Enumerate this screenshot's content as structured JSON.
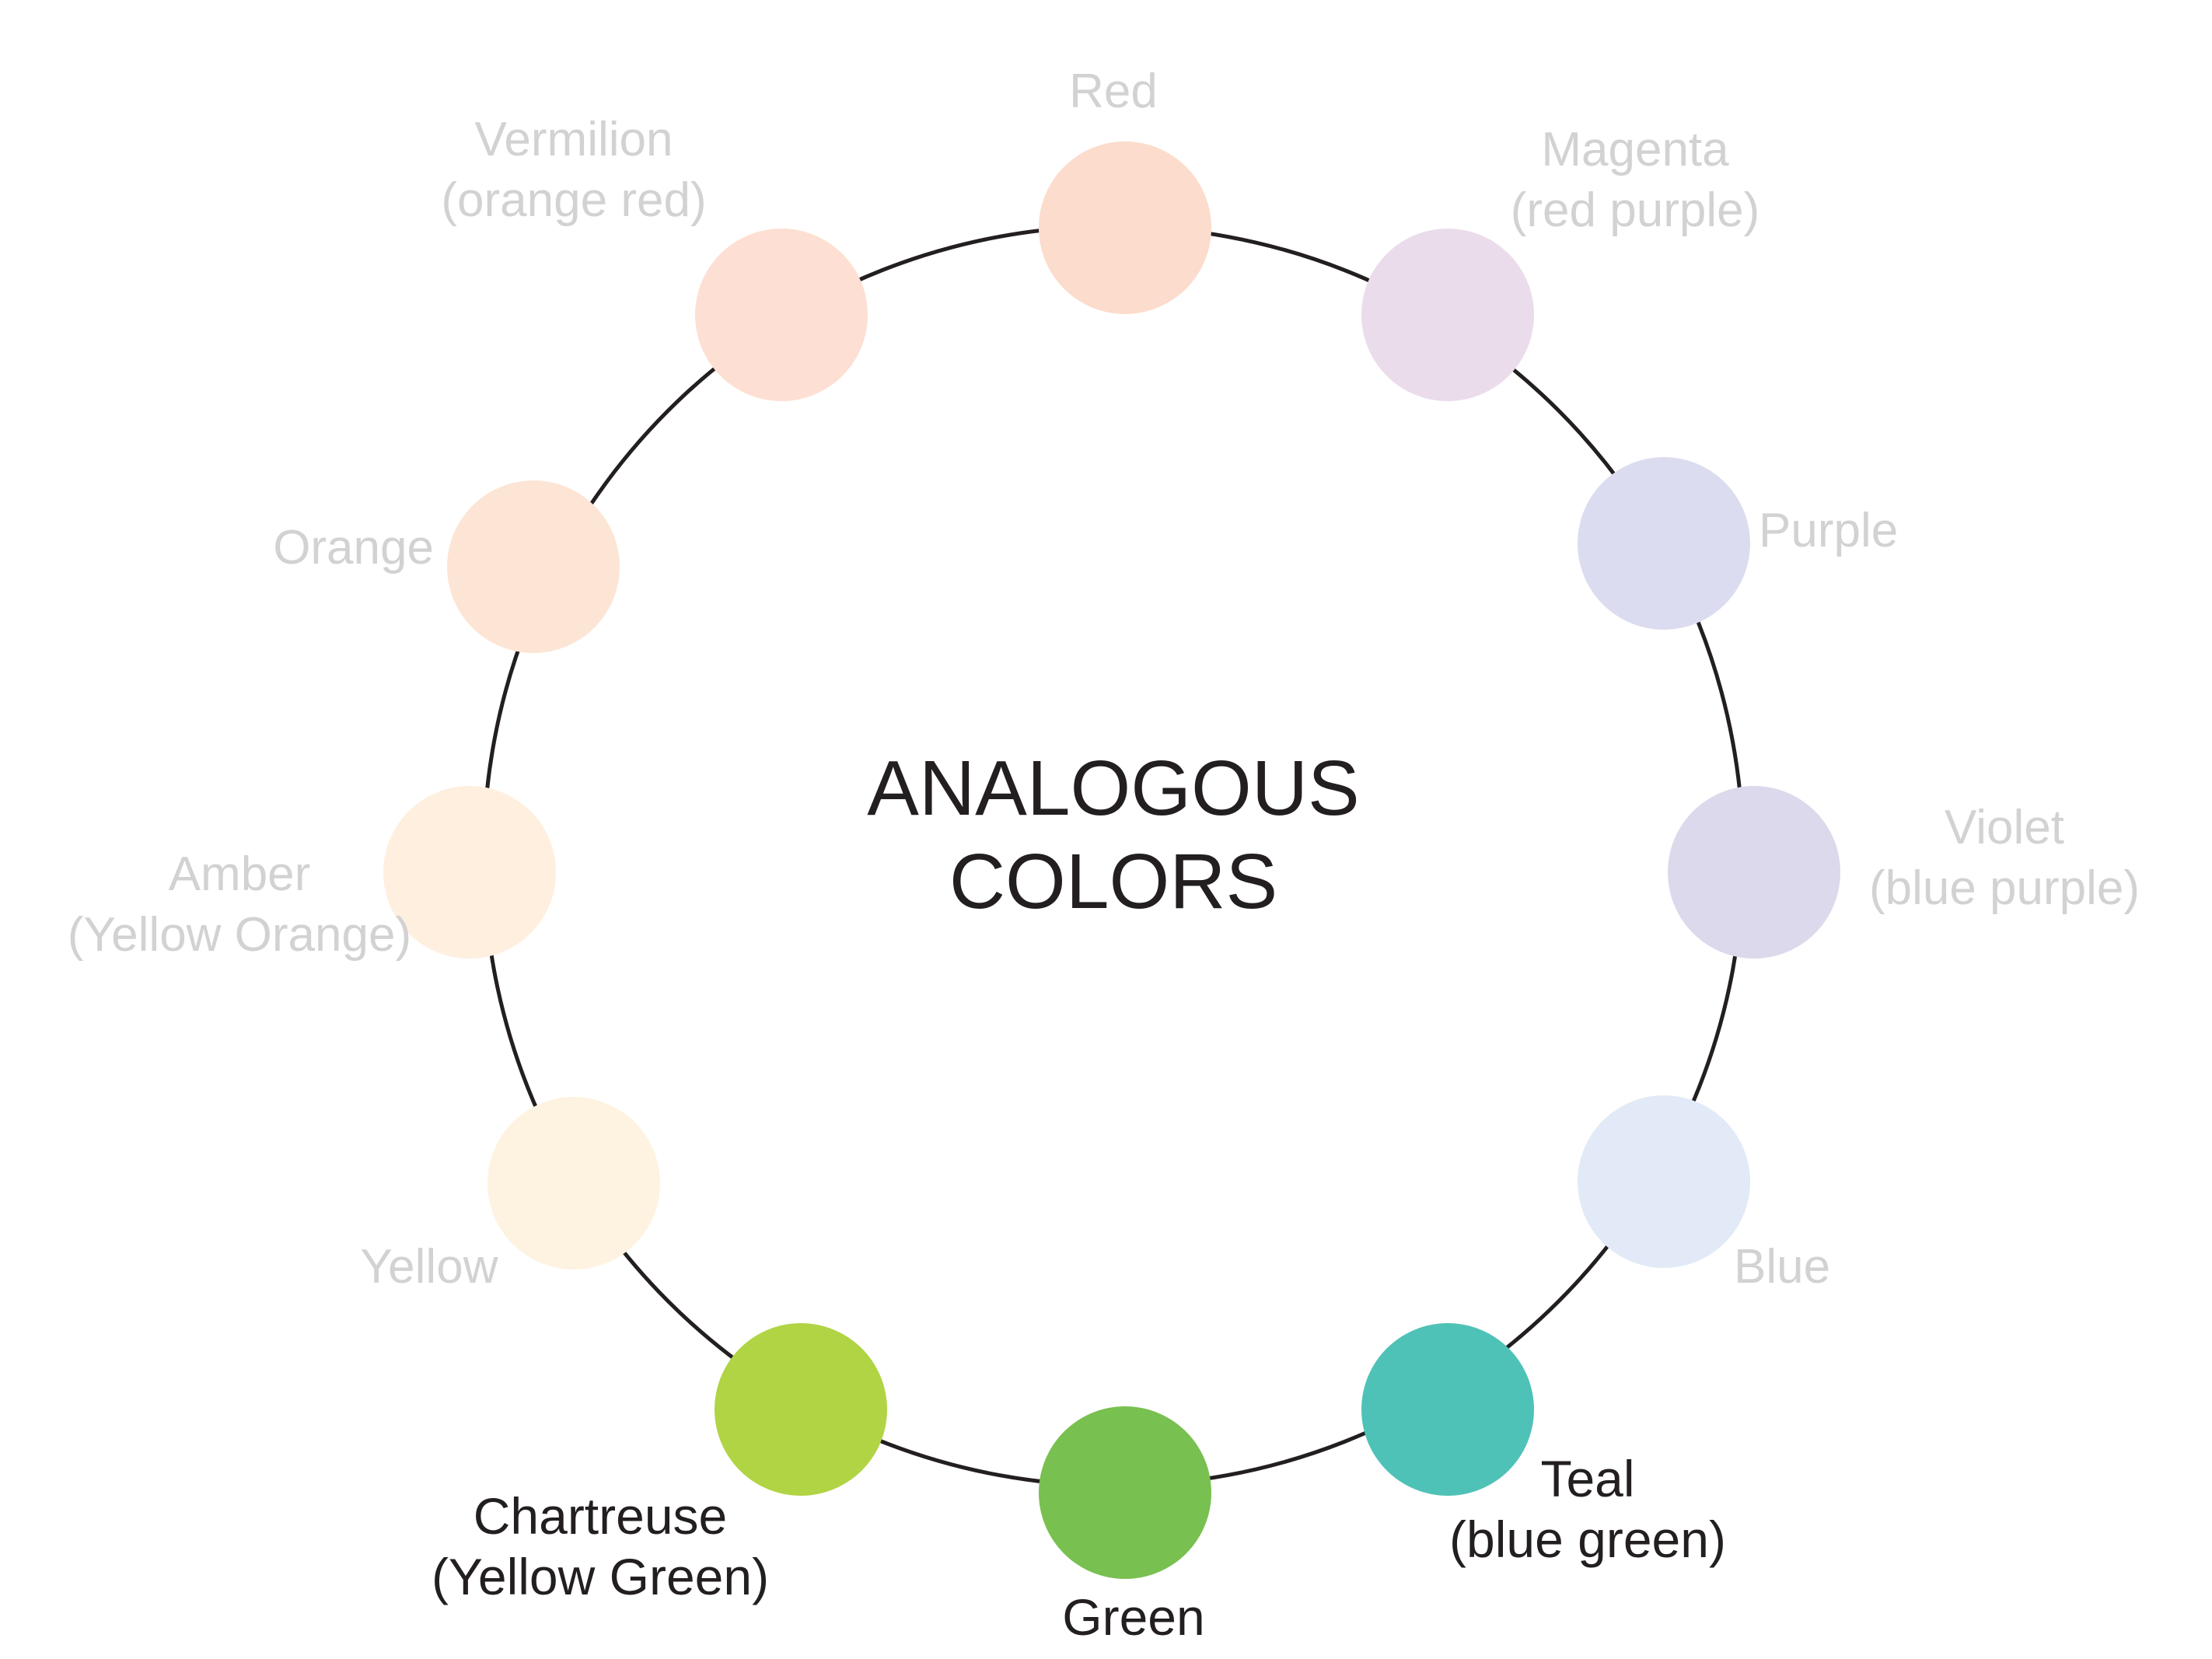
{
  "title": {
    "line1": "ANALOGOUS",
    "line2": "COLORS"
  },
  "swatches": [
    {
      "id": "red",
      "lines": [
        "Red"
      ],
      "color": "#FCDCCC",
      "active": false
    },
    {
      "id": "magenta",
      "lines": [
        "Magenta",
        "(red purple)"
      ],
      "color": "#EBDCEC",
      "active": false
    },
    {
      "id": "purple",
      "lines": [
        "Purple"
      ],
      "color": "#DCDCF0",
      "active": false
    },
    {
      "id": "violet",
      "lines": [
        "Violet",
        "(blue purple)"
      ],
      "color": "#DCD9EC",
      "active": false
    },
    {
      "id": "blue",
      "lines": [
        "Blue"
      ],
      "color": "#E1EAF6",
      "active": false
    },
    {
      "id": "teal",
      "lines": [
        "Teal",
        "(blue green)"
      ],
      "color": "#4FC2B7",
      "active": true
    },
    {
      "id": "green",
      "lines": [
        "Green"
      ],
      "color": "#78C04F",
      "active": true
    },
    {
      "id": "chartreuse",
      "lines": [
        "Chartreuse",
        "(Yellow Green)"
      ],
      "color": "#B1D445",
      "active": true
    },
    {
      "id": "yellow",
      "lines": [
        "Yellow"
      ],
      "color": "#FEF3E1",
      "active": false
    },
    {
      "id": "amber",
      "lines": [
        "Amber",
        "(Yellow Orange)"
      ],
      "color": "#FEEFDF",
      "active": false
    },
    {
      "id": "orange",
      "lines": [
        "Orange"
      ],
      "color": "#FDE5D5",
      "active": false
    },
    {
      "id": "vermilion",
      "lines": [
        "Vermilion",
        "(orange red)"
      ],
      "color": "#FDE0D3",
      "active": false
    }
  ],
  "colors": {
    "ring": "#231F20",
    "title_text": "#231F20",
    "active_label": "#231F20",
    "inactive_label": "#D2D2D2"
  }
}
